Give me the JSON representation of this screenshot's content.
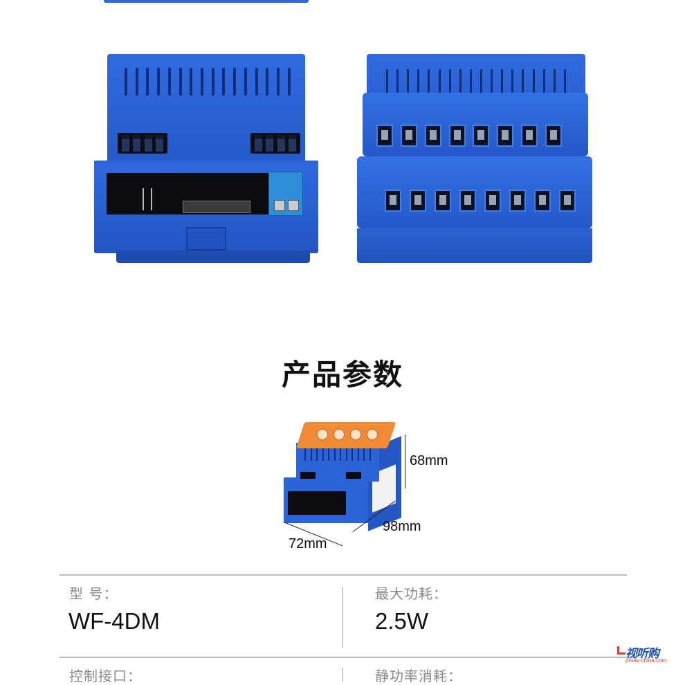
{
  "section_title": "产品参数",
  "dimensions": {
    "height": "68mm",
    "depth": "98mm",
    "width": "72mm"
  },
  "specs": {
    "model_label": "型  号：",
    "model_value": "WF-4DM",
    "power_label": "最大功耗：",
    "power_value": "2.5W",
    "interface_label": "控制接口：",
    "static_label": "静功率消耗："
  },
  "watermark": {
    "logo_text": "视听购",
    "site": "proav-china.com"
  },
  "colors": {
    "device_blue": "#2a64d6",
    "top_panel_orange": "#f08a36"
  }
}
